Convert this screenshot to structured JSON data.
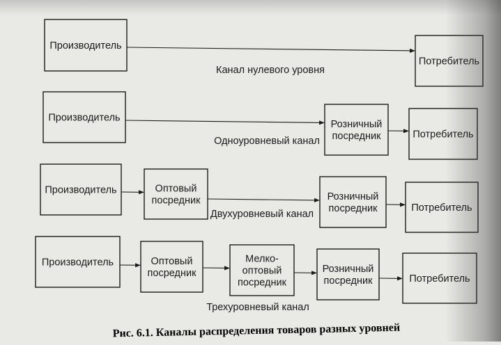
{
  "rows": [
    {
      "channel": "Канал нулевого уровня",
      "nodes": [
        "Производитель",
        "Потребитель"
      ]
    },
    {
      "channel": "Одноуровневый канал",
      "nodes": [
        "Производитель",
        "Розничный\nпосредник",
        "Потребитель"
      ]
    },
    {
      "channel": "Двухуровневый канал",
      "nodes": [
        "Производитель",
        "Оптовый\nпосредник",
        "Розничный\nпосредник",
        "Потребитель"
      ]
    },
    {
      "channel": "Трехуровневый канал",
      "nodes": [
        "Производитель",
        "Оптовый\nпосредник",
        "Мелко-\nоптовый\nпосредник",
        "Розничный\nпосредник",
        "Потребитель"
      ]
    }
  ],
  "caption": "Рис. 6.1. Каналы распределения товаров разных уровней"
}
